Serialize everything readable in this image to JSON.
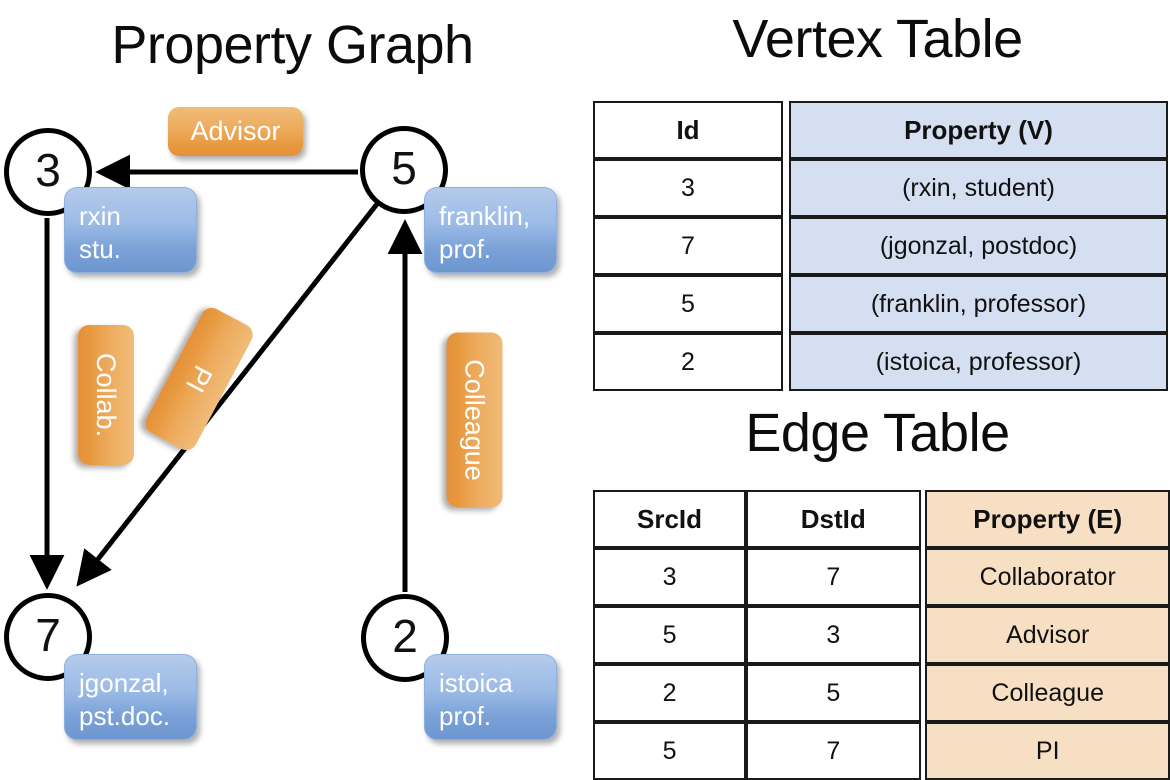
{
  "titles": {
    "property_graph": "Property Graph",
    "vertex_table": "Vertex Table",
    "edge_table": "Edge Table"
  },
  "colors": {
    "vertex_property_fill": "#d4dff1",
    "edge_property_fill": "#f7dfc4",
    "node_callout_blue": "#8fb0de",
    "edge_label_orange": "#e8993f",
    "stroke": "#000000"
  },
  "graph": {
    "nodes": [
      {
        "id": "3",
        "property_line1": "rxin",
        "property_line2": "stu."
      },
      {
        "id": "5",
        "property_line1": "franklin,",
        "property_line2": "prof."
      },
      {
        "id": "7",
        "property_line1": "jgonzal,",
        "property_line2": "pst.doc."
      },
      {
        "id": "2",
        "property_line1": "istoica",
        "property_line2": "prof."
      }
    ],
    "edge_labels": [
      {
        "name": "advisor",
        "text": "Advisor"
      },
      {
        "name": "collab",
        "text": "Collab."
      },
      {
        "name": "pi",
        "text": "PI"
      },
      {
        "name": "colleague",
        "text": "Colleague"
      }
    ],
    "edges": [
      {
        "src": "5",
        "dst": "3",
        "label": "Advisor"
      },
      {
        "src": "3",
        "dst": "7",
        "label": "Collab."
      },
      {
        "src": "5",
        "dst": "7",
        "label": "PI"
      },
      {
        "src": "2",
        "dst": "5",
        "label": "Colleague"
      }
    ]
  },
  "vertex_table": {
    "headers": [
      "Id",
      "Property (V)"
    ],
    "rows": [
      {
        "id": "3",
        "property": "(rxin, student)"
      },
      {
        "id": "7",
        "property": "(jgonzal, postdoc)"
      },
      {
        "id": "5",
        "property": "(franklin, professor)"
      },
      {
        "id": "2",
        "property": "(istoica, professor)"
      }
    ]
  },
  "edge_table": {
    "headers": [
      "SrcId",
      "DstId",
      "Property (E)"
    ],
    "rows": [
      {
        "src": "3",
        "dst": "7",
        "property": "Collaborator"
      },
      {
        "src": "5",
        "dst": "3",
        "property": "Advisor"
      },
      {
        "src": "2",
        "dst": "5",
        "property": "Colleague"
      },
      {
        "src": "5",
        "dst": "7",
        "property": "PI"
      }
    ]
  }
}
